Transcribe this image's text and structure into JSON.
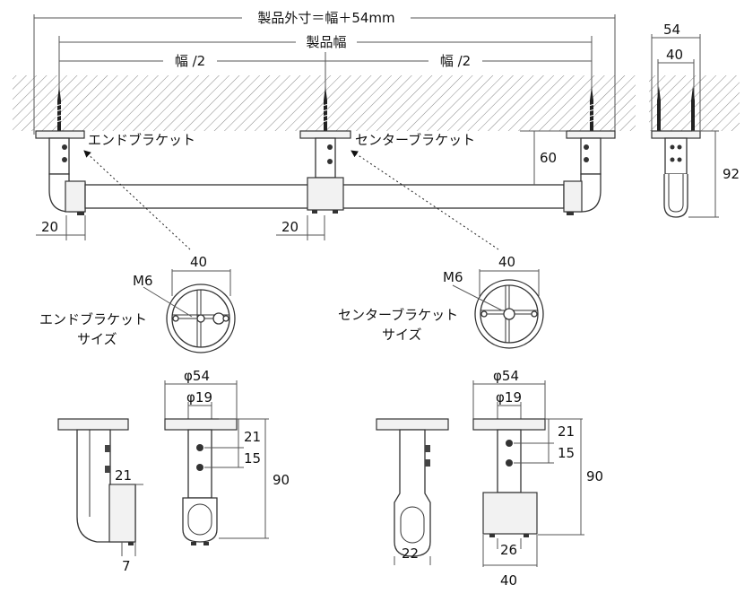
{
  "labels": {
    "overall_width": "製品外寸＝幅＋54mm",
    "product_width": "製品幅",
    "half_width_left": "幅 /2",
    "half_width_right": "幅 /2",
    "end_bracket": "エンドブラケット",
    "center_bracket": "センターブラケット",
    "end_bracket_size_line1": "エンドブラケット",
    "end_bracket_size_line2": "サイズ",
    "center_bracket_size_line1": "センターブラケット",
    "center_bracket_size_line2": "サイズ",
    "screw_end": "M6",
    "screw_center": "M6"
  },
  "dimensions": {
    "side_54": "54",
    "side_40": "40",
    "height_60": "60",
    "height_92": "92",
    "offset_left_20": "20",
    "offset_center_20": "20",
    "end_diameter_40": "40",
    "center_diameter_40": "40",
    "end_flange_phi54": "φ54",
    "end_stem_phi19": "φ19",
    "end_hole_21": "21",
    "end_hole_15": "15",
    "end_total_90": "90",
    "end_side_21": "21",
    "end_side_7": "7",
    "center_flange_phi54": "φ54",
    "center_stem_phi19": "φ19",
    "center_hole_21": "21",
    "center_hole_15": "15",
    "center_total_90": "90",
    "center_oval_22": "22",
    "center_bottom_26": "26",
    "center_bottom_40": "40"
  }
}
